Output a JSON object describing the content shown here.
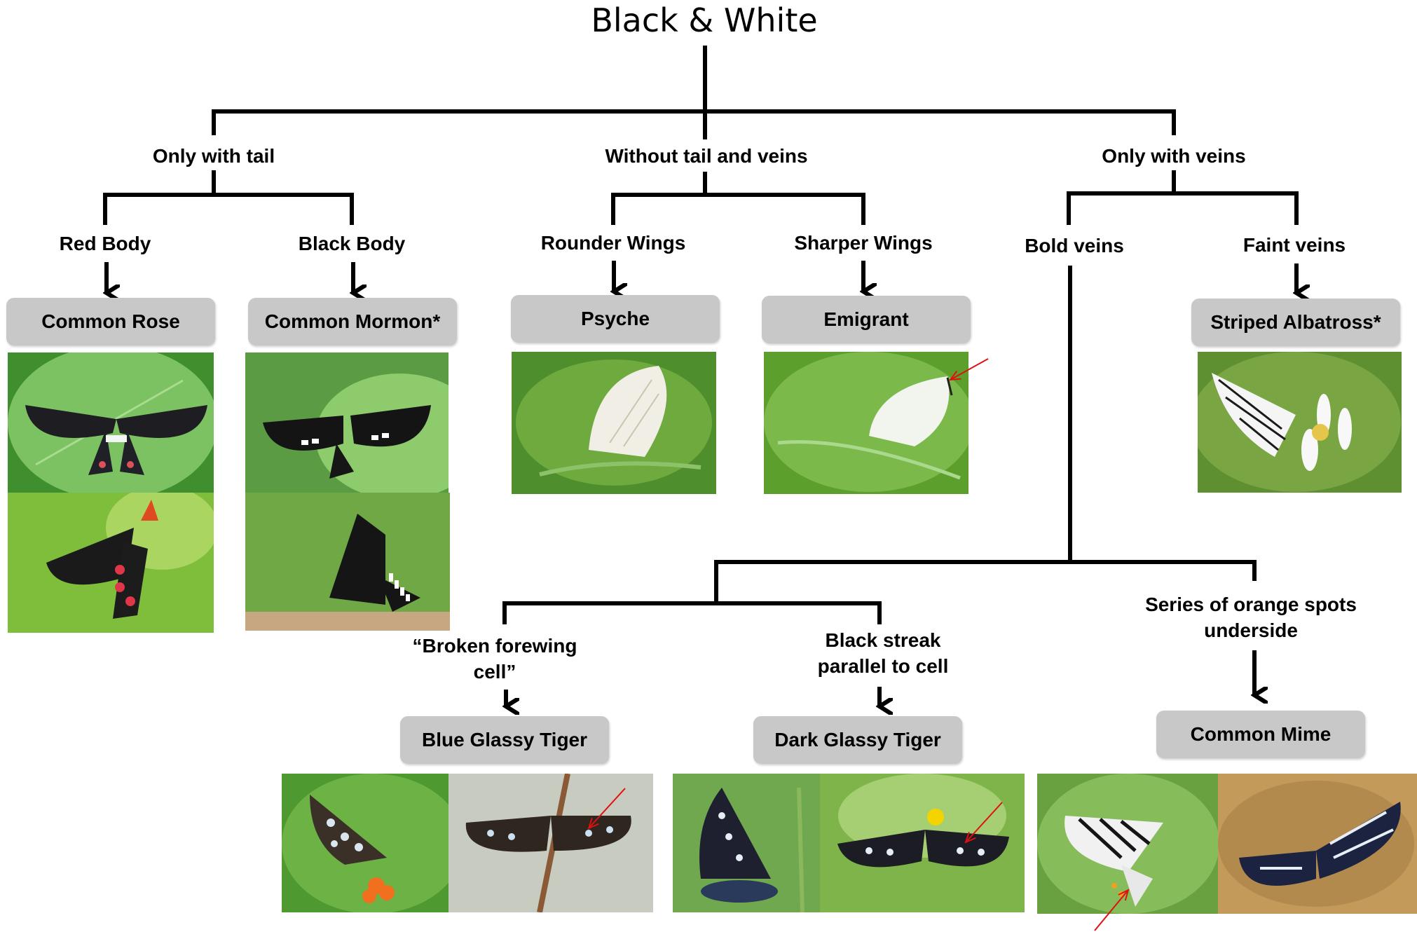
{
  "title": "Black & White",
  "branches": {
    "tail": "Only with tail",
    "no_tail_veins": "Without tail and veins",
    "veins": "Only with veins"
  },
  "subbranches": {
    "red_body": "Red Body",
    "black_body": "Black Body",
    "rounder_wings": "Rounder Wings",
    "sharper_wings": "Sharper Wings",
    "bold_veins": "Bold veins",
    "faint_veins": "Faint veins"
  },
  "bold_vein_criteria": {
    "broken_cell_line1": "“Broken forewing",
    "broken_cell_line2": "cell”",
    "black_streak_line1": "Black streak",
    "black_streak_line2": "parallel to cell",
    "orange_spots_line1": "Series of orange spots",
    "orange_spots_line2": "underside"
  },
  "species": {
    "common_rose": "Common Rose",
    "common_mormon": "Common Mormon*",
    "psyche": "Psyche",
    "emigrant": "Emigrant",
    "striped_albatross": "Striped Albatross*",
    "blue_glassy_tiger": "Blue Glassy Tiger",
    "dark_glassy_tiger": "Dark Glassy Tiger",
    "common_mime": "Common Mime"
  },
  "colors": {
    "line": "#000000",
    "box": "#c8c8c8",
    "highlight_arrow": "#e01010"
  }
}
